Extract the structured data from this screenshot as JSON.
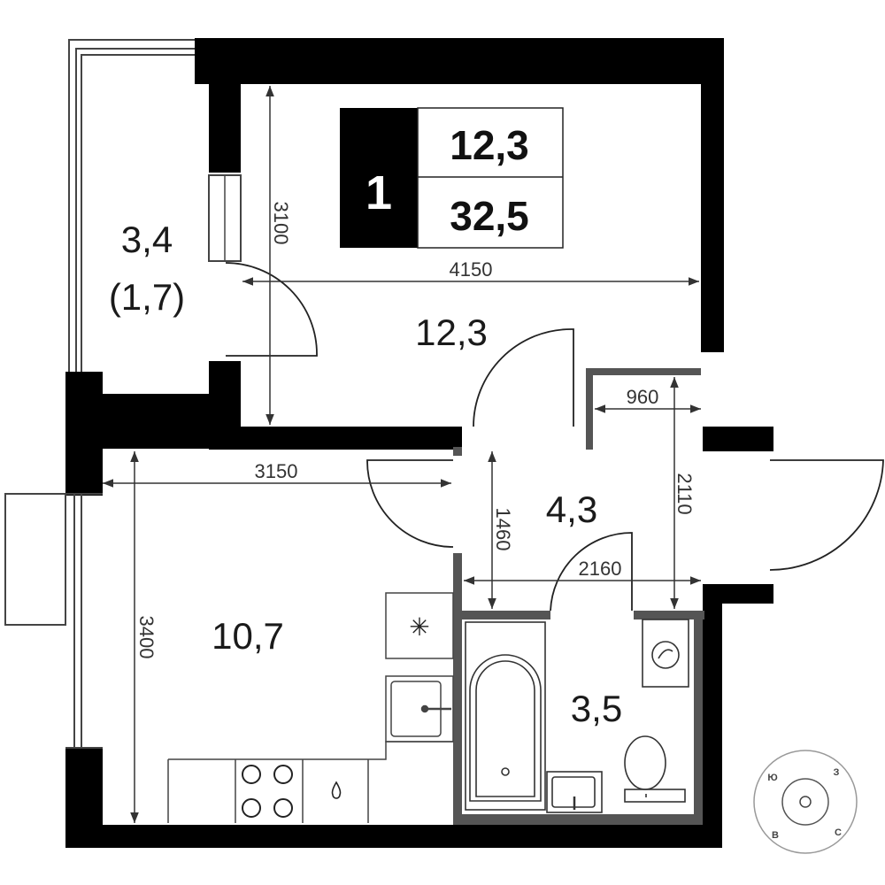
{
  "badge": {
    "rooms": "1",
    "living_area": "12,3",
    "total_area": "32,5"
  },
  "rooms": {
    "balcony": {
      "area": "3,4",
      "area_reduced": "(1,7)"
    },
    "living_room": {
      "area": "12,3"
    },
    "kitchen": {
      "area": "10,7"
    },
    "hallway": {
      "area": "4,3"
    },
    "bathroom": {
      "area": "3,5"
    }
  },
  "dimensions": {
    "living_height": "3100",
    "living_width": "4150",
    "kitchen_width": "3150",
    "kitchen_height": "3400",
    "hall_niche_width": "960",
    "hall_height": "2110",
    "hall_depth": "1460",
    "bath_width": "2160"
  },
  "compass": {
    "north": "З",
    "west": "Ю",
    "south": "В",
    "east": "С"
  },
  "icons": [
    "fridge-icon",
    "sink-icon",
    "stove-icon",
    "bathtub-icon",
    "washer-icon",
    "toilet-icon",
    "compass-icon"
  ],
  "colors": {
    "wall": "#000000",
    "partition": "#555555",
    "line": "#333333",
    "badge_bg": "#000000"
  }
}
